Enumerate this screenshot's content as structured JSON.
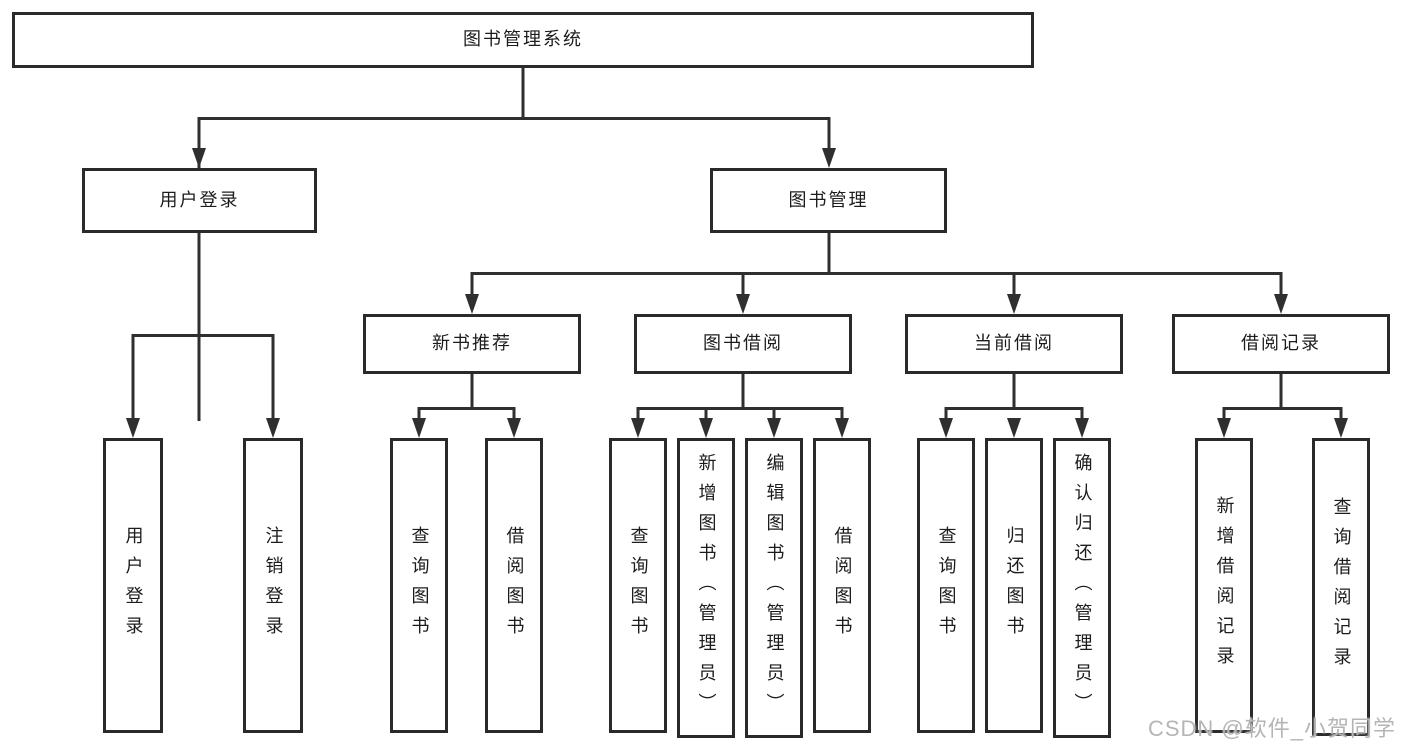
{
  "diagram": {
    "root": {
      "label": "图书管理系统"
    },
    "level2": [
      {
        "label": "用户登录"
      },
      {
        "label": "图书管理"
      }
    ],
    "level3": [
      {
        "label": "新书推荐"
      },
      {
        "label": "图书借阅"
      },
      {
        "label": "当前借阅"
      },
      {
        "label": "借阅记录"
      }
    ],
    "leaves": {
      "user_login": [
        "用户登录",
        "注销登录"
      ],
      "new_book": [
        "查询图书",
        "借阅图书"
      ],
      "book_borrow": [
        "查询图书",
        "新增图书（管理员）",
        "编辑图书（管理员）",
        "借阅图书"
      ],
      "current_borrow": [
        "查询图书",
        "归还图书",
        "确认归还（管理员）"
      ],
      "borrow_records": [
        "新增借阅记录",
        "查询借阅记录"
      ]
    },
    "colors": {
      "line": "#2f2f2f",
      "box_border": "#2a2a2a",
      "text": "#1c1c1c",
      "background": "#ffffff",
      "watermark": "#b5b5b5"
    }
  },
  "watermark": {
    "text": "CSDN @软件_小贺同学"
  }
}
